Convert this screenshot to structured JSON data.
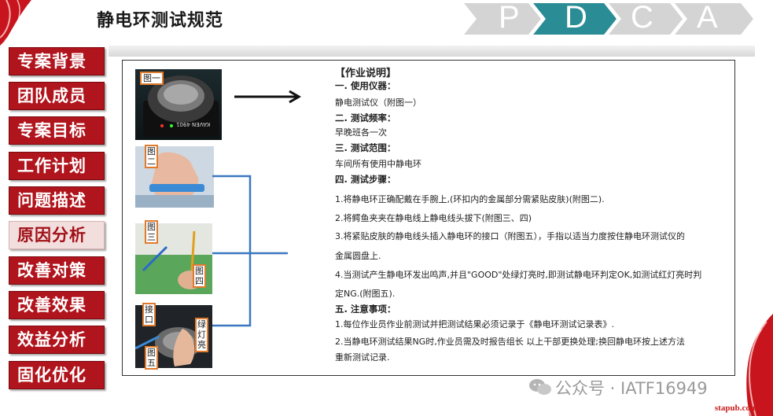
{
  "title": "静电环测试规范",
  "pdca": {
    "letters": [
      "P",
      "D",
      "C",
      "A"
    ],
    "active_color": "#2a8c95",
    "inactive_color": "#d4d4d4"
  },
  "nav": {
    "items": [
      {
        "label": "专案背景"
      },
      {
        "label": "团队成员"
      },
      {
        "label": "专案目标"
      },
      {
        "label": "工作计划"
      },
      {
        "label": "问题描述"
      },
      {
        "label": "原因分析",
        "active": true
      },
      {
        "label": "改善对策"
      },
      {
        "label": "改善效果"
      },
      {
        "label": "效益分析"
      },
      {
        "label": "固化优化"
      }
    ],
    "color": "#b0141c"
  },
  "figures": {
    "fig1": "图一",
    "fig2": "图二",
    "fig3": "图三",
    "fig4": "图四",
    "fig5": "图五",
    "connector": "接口",
    "green_light": "绿灯亮",
    "device_brand": "KAVEN 4901"
  },
  "instructions": {
    "header": "【作业说明】",
    "s1_title": "一. 使用仪器：",
    "s1_body": "静电测试仪（附图一）",
    "s2_title": "二. 测试频率：",
    "s2_body": "早晚班各一次",
    "s3_title": "三. 测试范围：",
    "s3_body": "车间所有使用中静电环",
    "s4_title": "四. 测试步骤：",
    "step1": "1.将静电环正确配戴在手腕上,(环扣内的金属部分需紧贴皮肤)(附图二).",
    "step2": "2.将鳄鱼夹夹在静电线上静电线头拔下(附图三、四)",
    "step3a": "3.将紧贴皮肤的静电线头插入静电环的接口（附图五），手指以适当力度按住静电环测试仪的",
    "step3b": "金属圆盘上.",
    "step4a": "4.当测试产生静电环发出鸣声,并且\"GOOD\"处绿灯亮时,即测试静电环判定OK,如测试红灯亮时判",
    "step4b": "定NG.(附图五).",
    "s5_title": "五. 注意事项：",
    "note1": "1.每位作业员作业前测试并把测试结果必须记录于《静电环测试记录表》.",
    "note2a": "2.当静电环测试结果NG时,作业员需及时报告组长 以上干部更换处理;换回静电环按上述方法",
    "note2b": "重新测试记录."
  },
  "watermark": "公众号 · IATF16949",
  "site": "stapub.com"
}
